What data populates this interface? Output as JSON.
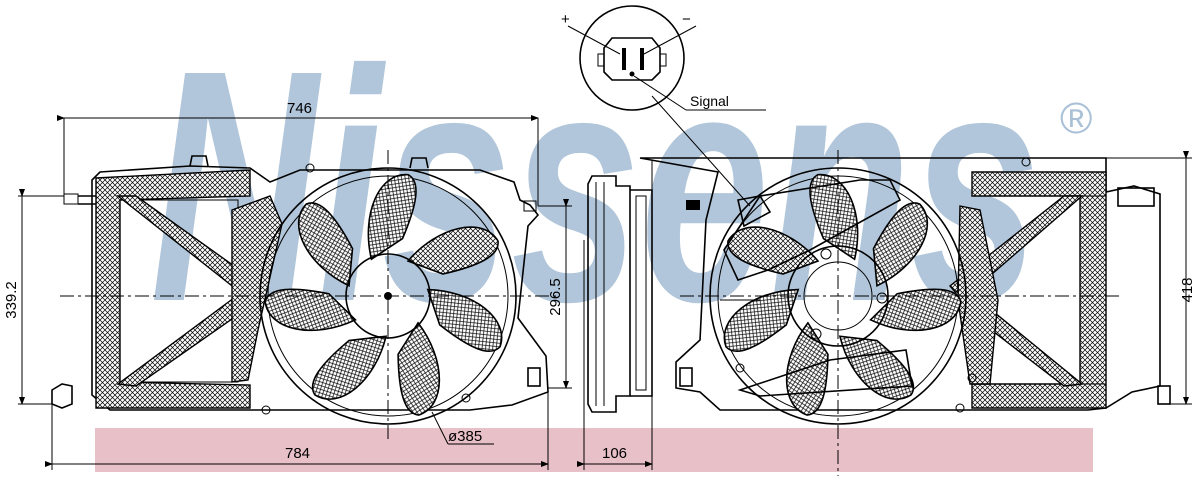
{
  "watermark": {
    "text": "Nissens",
    "mark": "®",
    "color": "#a9c0d6"
  },
  "band_color": "#e8c0c8",
  "connector": {
    "plus": "+",
    "minus": "−",
    "signal": "Signal"
  },
  "dimensions": {
    "width_mount": "746",
    "width_total": "784",
    "height_left": "339.2",
    "height_mid": "296.5",
    "height_right": "418",
    "depth": "106",
    "fan_diameter": "ø385"
  }
}
